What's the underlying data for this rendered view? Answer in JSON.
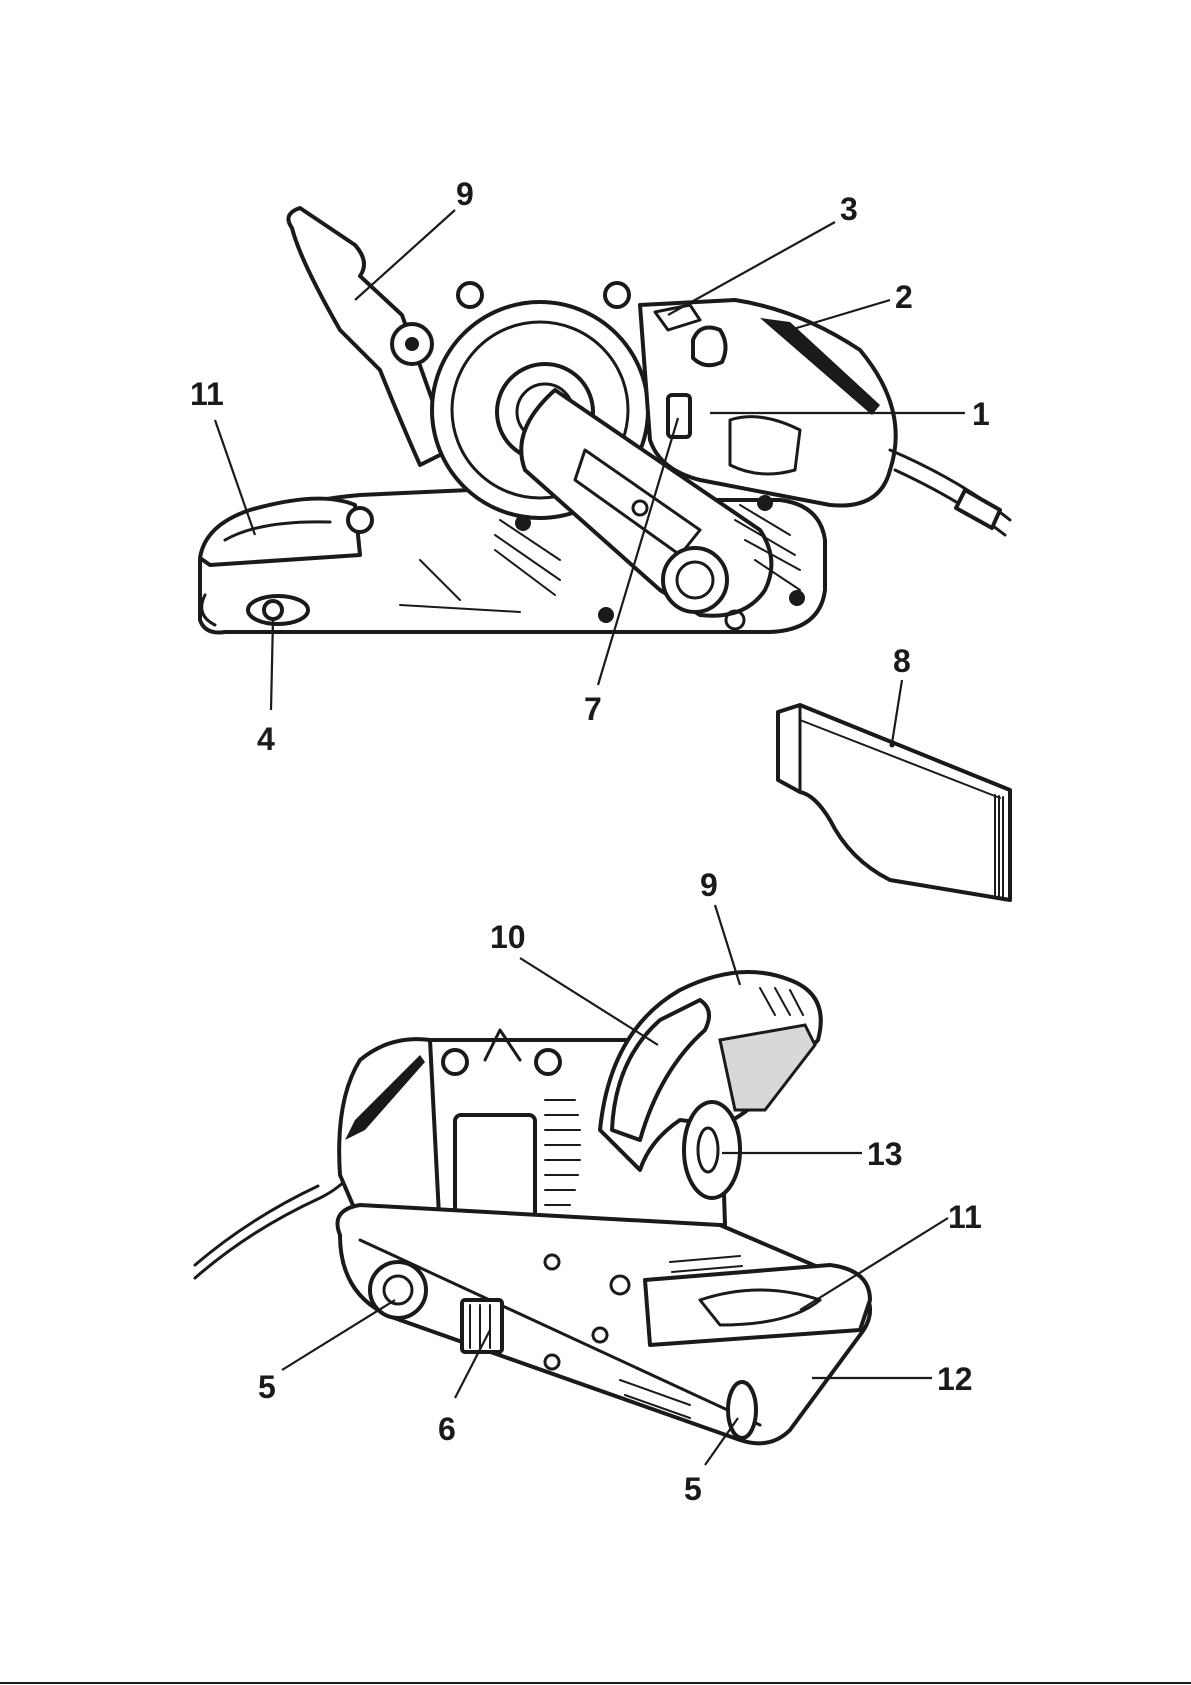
{
  "figure": {
    "top_view": {
      "callouts": [
        "9",
        "3",
        "2",
        "1",
        "11",
        "4",
        "7"
      ]
    },
    "accessory": {
      "callouts": [
        "8"
      ]
    },
    "bottom_view": {
      "callouts": [
        "9",
        "10",
        "13",
        "11",
        "12",
        "5",
        "6",
        "5"
      ]
    }
  },
  "colors": {
    "ink": "#1a1a1a",
    "background": "#ffffff"
  }
}
